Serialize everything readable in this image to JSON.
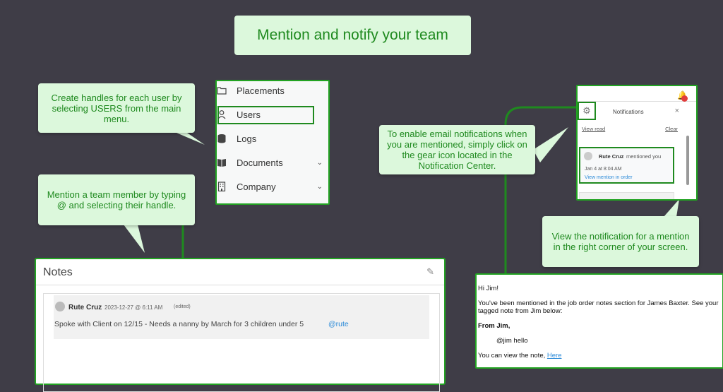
{
  "title": "Mention and notify your team",
  "callouts": {
    "handles": "Create handles for each user by selecting USERS from the main menu.",
    "mention": "Mention a team member by typing @ and selecting their handle.",
    "email_notif": "To enable email notifications when you are mentioned, simply click on the gear icon located in the Notification Center.",
    "view_notif": "View the notification for a mention in the right corner of your screen."
  },
  "menu": {
    "items": [
      {
        "label": "Placements",
        "icon": "folder-icon"
      },
      {
        "label": "Users",
        "icon": "user-icon"
      },
      {
        "label": "Logs",
        "icon": "database-icon"
      },
      {
        "label": "Documents",
        "icon": "book-icon"
      },
      {
        "label": "Company",
        "icon": "building-icon"
      }
    ]
  },
  "notification_panel": {
    "title": "Notifications",
    "close": "×",
    "view_read": "View read",
    "clear": "Clear",
    "item": {
      "user": "Rute Cruz",
      "text": "mentioned you",
      "time": "Jan 4 at 8:04 AM",
      "link": "View mention in order"
    },
    "badge_color": "#e03c3c"
  },
  "notes": {
    "title": "Notes",
    "note": {
      "author": "Rute Cruz",
      "timestamp": "2023-12-27 @ 6:11 AM",
      "edited": "(edited)",
      "body": "Spoke with Client on 12/15 - Needs a nanny by March for 3 children under 5",
      "mention": "@rute"
    }
  },
  "email": {
    "greeting": "Hi Jim!",
    "line1": "You've been mentioned in the job order notes section for James Baxter. See your tagged note from Jim below:",
    "from": "From Jim,",
    "message": "@jim hello",
    "footer": "You can view the note,",
    "link": "Here"
  },
  "colors": {
    "accent": "#1f8a1f",
    "callout_bg": "#dcf8dc",
    "background": "#3f3d47",
    "link": "#2a8ad8"
  }
}
